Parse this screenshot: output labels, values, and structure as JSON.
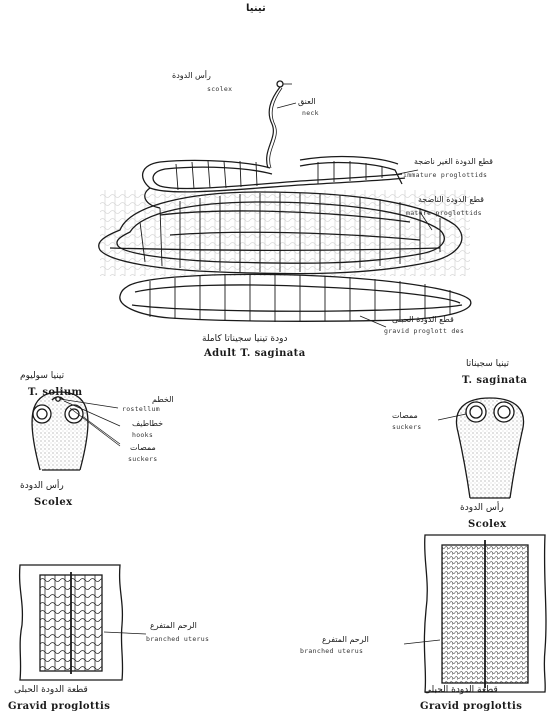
{
  "page": {
    "header": "تينيا"
  },
  "adult": {
    "scolex": {
      "ar": "رأس الدودة",
      "en": "scolex"
    },
    "neck": {
      "ar": "العنق",
      "en": "neck"
    },
    "immature": {
      "ar": "قطع الدودة الغير ناضجة",
      "en": "immature proglottids"
    },
    "mature": {
      "ar": "قطع الدودة الناضجة",
      "en": "mature proglottids"
    },
    "gravid": {
      "ar": "قطع الدودة الحبلى",
      "en": "gravid proglott des"
    },
    "caption_ar": "دودة تينيا سجيناتا كاملة",
    "caption_en": "Adult T. saginata"
  },
  "solium": {
    "title_ar": "تينيا سوليوم",
    "title_en": "T. solium",
    "rostellum": {
      "ar": "الخطم",
      "en": "rostellum"
    },
    "hooks": {
      "ar": "خطاطيف",
      "en": "hooks"
    },
    "suckers": {
      "ar": "ممصات",
      "en": "suckers"
    },
    "scolex_ar": "رأس الدودة",
    "scolex_en": "Scolex",
    "uterus": {
      "ar": "الرحم المتفرع",
      "en": "branched uterus"
    },
    "prog_ar": "قطعة الدودة الحبلى",
    "prog_en": "Gravid proglottis"
  },
  "saginata": {
    "title_ar": "تينيا سجيناتا",
    "title_en": "T. saginata",
    "suckers": {
      "ar": "ممصات",
      "en": "suckers"
    },
    "scolex_ar": "رأس الدودة",
    "scolex_en": "Scolex",
    "uterus": {
      "ar": "الرحم المتفرع",
      "en": "branched uterus"
    },
    "prog_ar": "قطعة الدودة الحبلى",
    "prog_en": "Gravid proglottis"
  }
}
